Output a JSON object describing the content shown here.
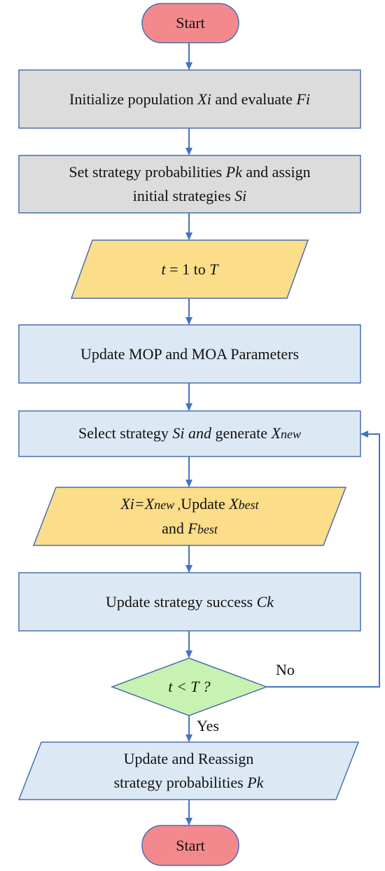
{
  "nodes": {
    "start_top": {
      "label": "Start"
    },
    "init": {
      "pre": "Initialize population ",
      "var1": "Xi",
      "mid": " and evaluate ",
      "var2": "Fi"
    },
    "set_strategy": {
      "line1": "Set strategy probabilities ",
      "var1": "Pk",
      "line1_end": " and assign",
      "line2": "initial strategies ",
      "var2": "Si"
    },
    "loop": {
      "var1": "t",
      "mid": " = 1 to ",
      "var2": "T"
    },
    "update_params": {
      "label": "Update MOP and MOA Parameters"
    },
    "select": {
      "pre": "Select strategy ",
      "var1": "Si and",
      "mid": " generate ",
      "var2": "X",
      "var2_sub": "new"
    },
    "assign": {
      "a": "Xi",
      "eq": "=",
      "b": "X",
      "b_sub": "new ,",
      "mid": "Update ",
      "c": "X",
      "c_sub": "best",
      "line2": "and ",
      "d": "F",
      "d_sub": "best"
    },
    "update_success": {
      "pre": "Update strategy success ",
      "var1": "Ck"
    },
    "decision": {
      "label": "t < T ?"
    },
    "reassign": {
      "line1": "Update and Reassign",
      "line2": "strategy probabilities ",
      "var1": "Pk"
    },
    "start_bottom": {
      "label": "Start"
    }
  },
  "edges": {
    "no_label": "No",
    "yes_label": "Yes"
  },
  "colors": {
    "terminal_fill": "#f4898d",
    "process_gray": "#dcdcdc",
    "process_blue": "#dce9f5",
    "io_yellow": "#fbdd8a",
    "decision_green": "#c8f2b1",
    "border": "#4a6fae",
    "arrow": "#4472c4"
  }
}
